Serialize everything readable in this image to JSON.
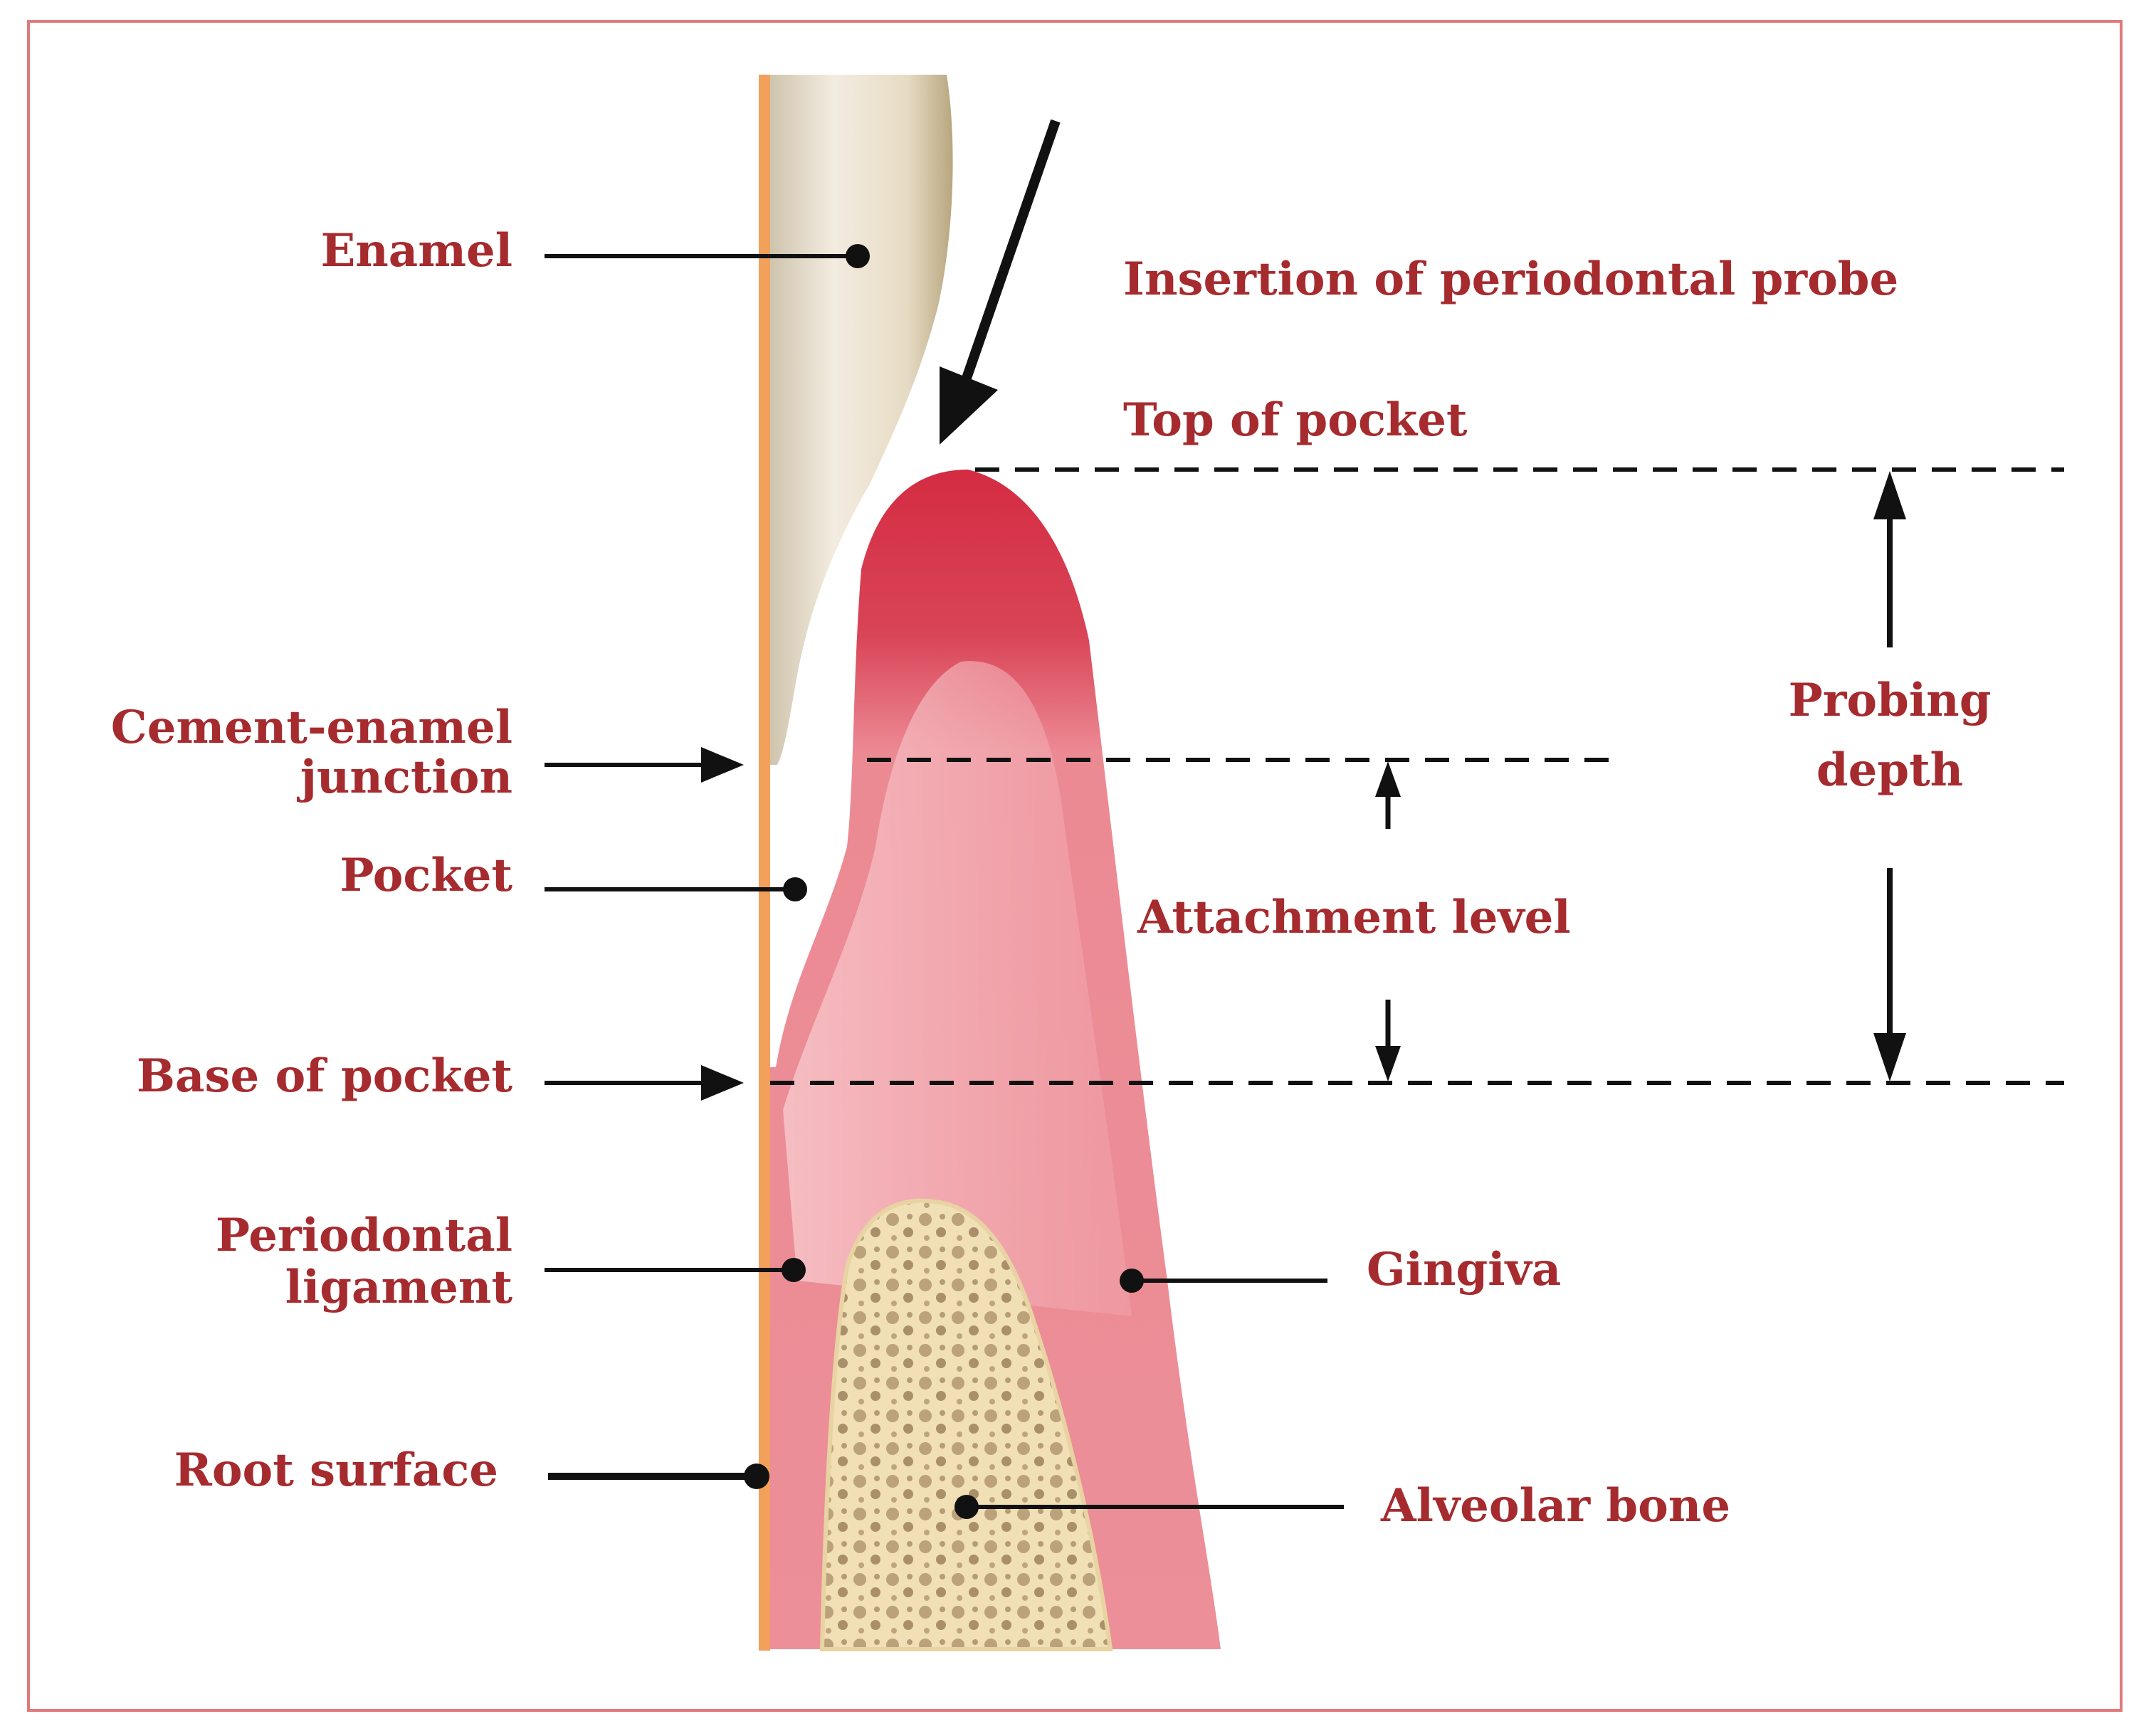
{
  "colors": {
    "label": "#a62b2e",
    "frame": "#e07a7a",
    "gingiva": "#ec8f98",
    "gingiva_light": "#f3b4ba",
    "gingiva_tip": "#d63246",
    "enamel": "#e9e0cf",
    "bone": "#f1dfb6",
    "bone_pore": "#8a6f4c",
    "root_line": "#f2a05a",
    "leader": "#111111"
  },
  "labels": {
    "enamel": "Enamel",
    "insertion": "Insertion of periodontal probe",
    "top_of_pocket": "Top of pocket",
    "cej_line1": "Cement-enamel",
    "cej_line2": "junction",
    "pocket": "Pocket",
    "probing_line1": "Probing",
    "probing_line2": "depth",
    "attachment_level": "Attachment level",
    "base_of_pocket": "Base of pocket",
    "pdl_line1": "Periodontal",
    "pdl_line2": "ligament",
    "gingiva": "Gingiva",
    "root_surface": "Root surface",
    "alveolar_bone": "Alveolar bone"
  }
}
